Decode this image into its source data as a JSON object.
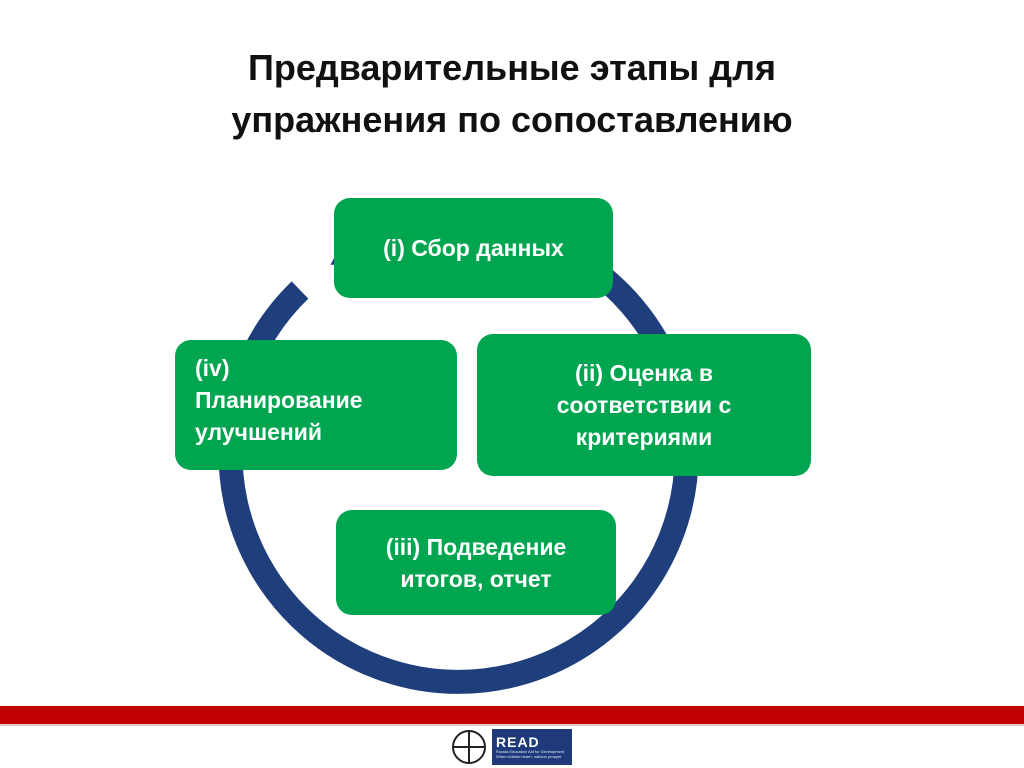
{
  "title": {
    "line1": "Предварительные этапы для",
    "line2": "упражнения по сопоставлению"
  },
  "stages": [
    {
      "lines": [
        "(i) Сбор данных"
      ]
    },
    {
      "lines": [
        "(ii) Оценка в",
        "соответствии с",
        "критериями"
      ]
    },
    {
      "lines": [
        "(iii) Подведение",
        "итогов, отчет"
      ]
    },
    {
      "lines": [
        "(iv)",
        "Планирование",
        "улучшений"
      ]
    }
  ],
  "colors": {
    "stage_fill": "#00a550",
    "arrow": "#1f3e7c",
    "footer_bar": "#c00000"
  },
  "logo": {
    "word": "READ",
    "tagline1": "Russia Education Aid for Development",
    "tagline2": "When children learn, nations prosper"
  }
}
